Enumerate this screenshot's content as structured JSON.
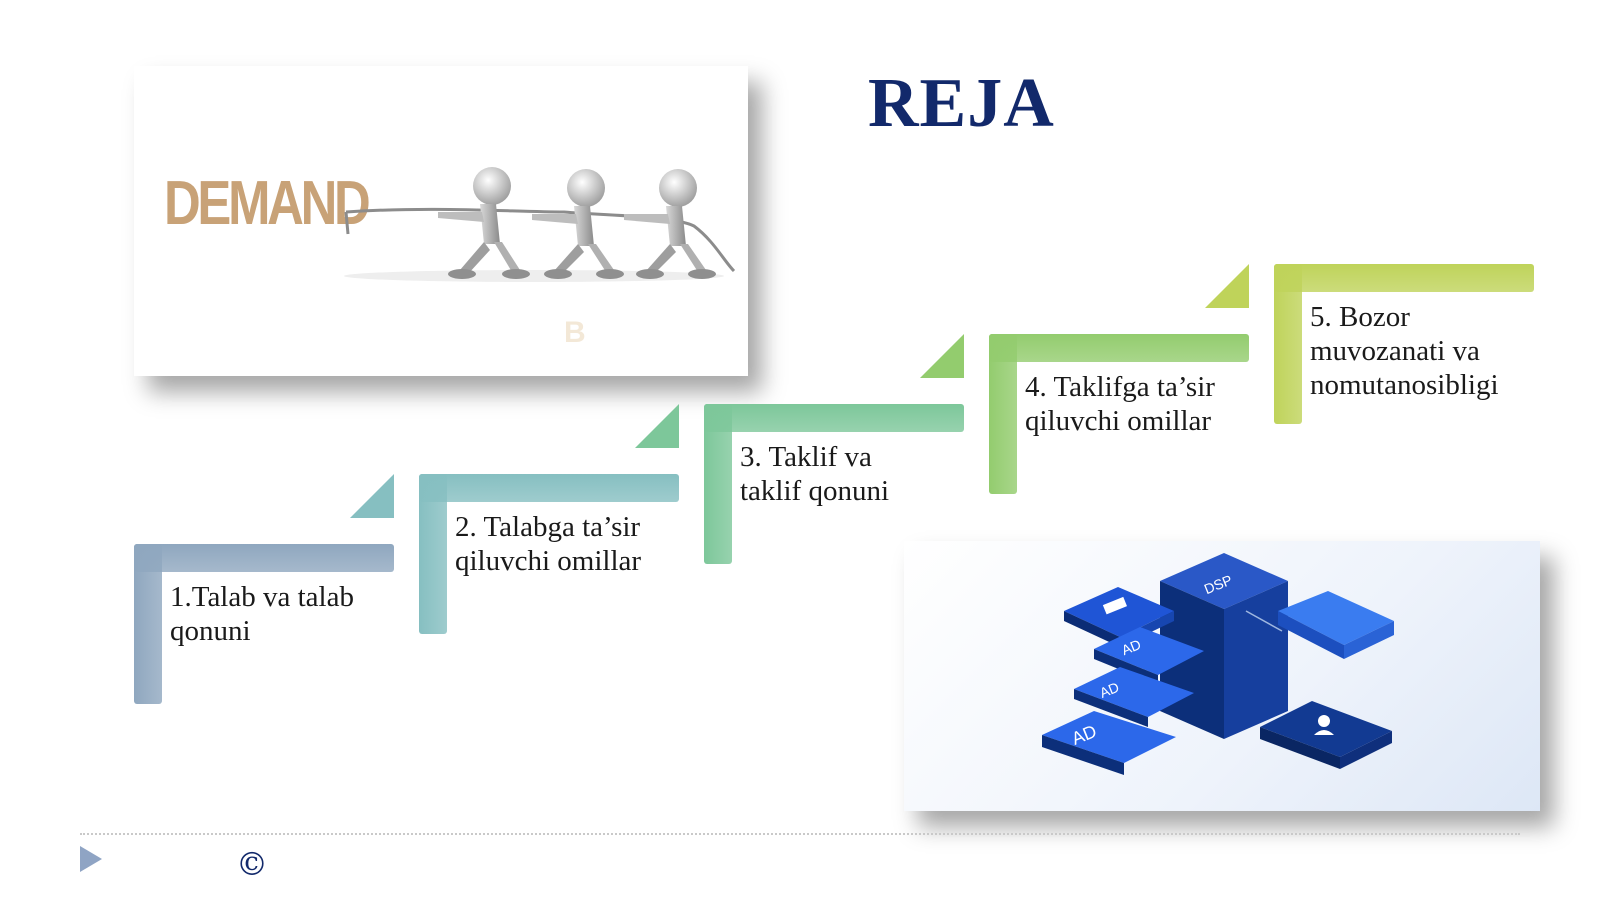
{
  "slide": {
    "title": "REJA",
    "demand_image": {
      "word": "DEMAND",
      "watermark": "B"
    },
    "steps": [
      {
        "text": "1.Talab va talab qonuni",
        "lines": [
          "1.Talab va talab",
          "qonuni"
        ],
        "color": "#8fa7bf"
      },
      {
        "text": "2. Talabga ta’sir qiluvchi omillar",
        "lines": [
          "2. Talabga ta’sir",
          "qiluvchi omillar"
        ],
        "color": "#86bfc1"
      },
      {
        "text": "3. Taklif va taklif qonuni",
        "lines": [
          "3. Taklif va",
          "taklif qonuni"
        ],
        "color": "#7dc79a"
      },
      {
        "text": "4. Taklifga ta’sir qiluvchi omillar",
        "lines": [
          "4. Taklifga ta’sir",
          "qiluvchi omillar"
        ],
        "color": "#93cc6e"
      },
      {
        "text": "5. Bozor muvozanati va nomutanosibligi",
        "lines": [
          "5. Bozor",
          "muvozanati va",
          "nomutanosibligi"
        ],
        "color": "#bfd35a"
      }
    ],
    "ad_image": {
      "tiles": [
        "AD",
        "AD",
        "AD",
        "DSP"
      ]
    },
    "footer": {
      "copyright": "©"
    }
  }
}
